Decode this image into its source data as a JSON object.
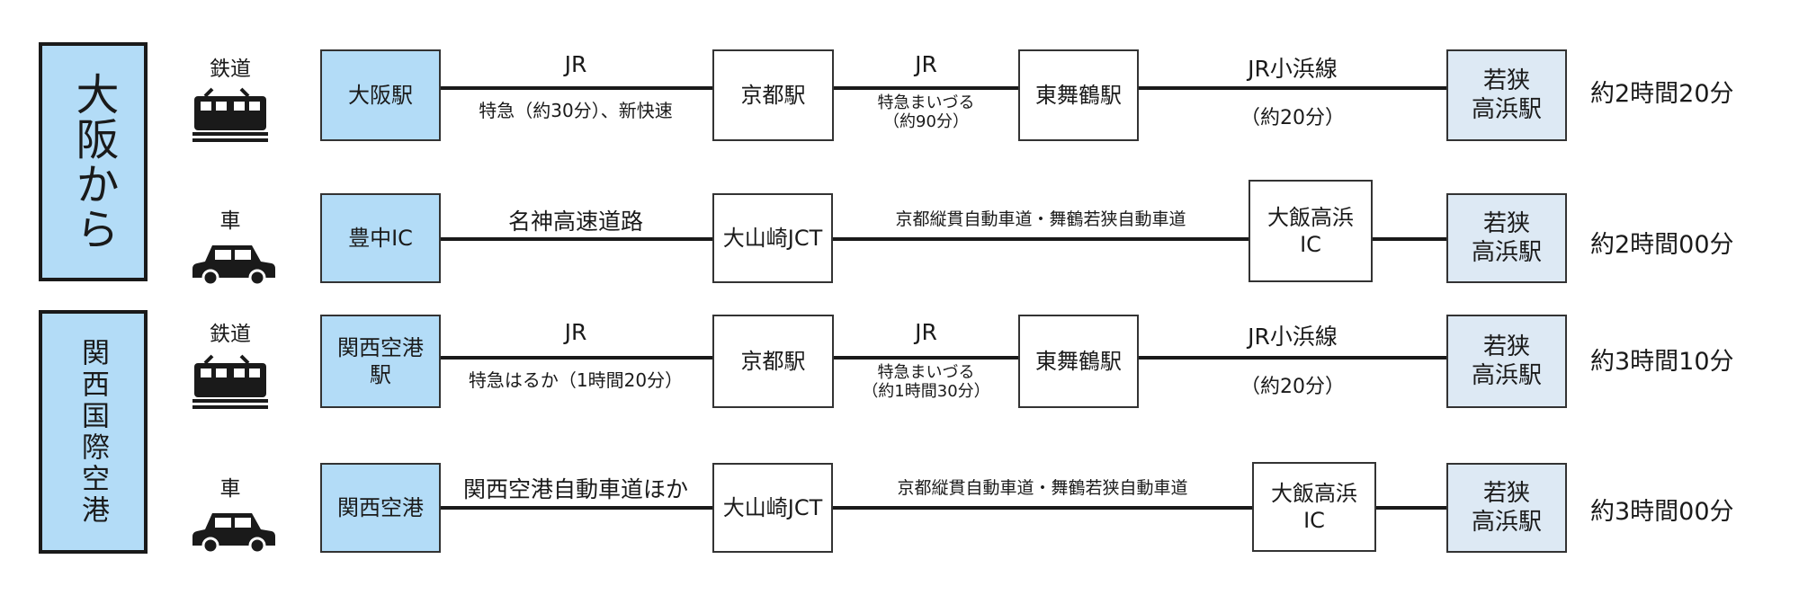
{
  "origins": {
    "osaka": "大阪から",
    "kansai": "関西国際空港"
  },
  "modes": {
    "rail": "鉄道",
    "car": "車"
  },
  "rows": [
    {
      "start": "大阪駅",
      "seg1_label": "JR",
      "seg1_sub": "特急（約30分）、新快速",
      "mid1": "京都駅",
      "seg2_label": "JR",
      "seg2_sub": "特急まいづる\n（約90分）",
      "mid2": "東舞鶴駅",
      "seg3_label": "JR小浜線",
      "seg3_sub": "（約20分）",
      "dest": "若狭\n高浜駅",
      "total": "約2時間20分"
    },
    {
      "start": "豊中IC",
      "seg1_label": "名神高速道路",
      "mid1": "大山崎JCT",
      "seg2_label": "京都縦貫自動車道・舞鶴若狭自動車道",
      "mid2": "大飯高浜\nIC",
      "dest": "若狭\n高浜駅",
      "total": "約2時間00分"
    },
    {
      "start": "関西空港\n駅",
      "seg1_label": "JR",
      "seg1_sub": "特急はるか（1時間20分）",
      "mid1": "京都駅",
      "seg2_label": "JR",
      "seg2_sub": "特急まいづる\n（約1時間30分）",
      "mid2": "東舞鶴駅",
      "seg3_label": "JR小浜線",
      "seg3_sub": "（約20分）",
      "dest": "若狭\n高浜駅",
      "total": "約3時間10分"
    },
    {
      "start": "関西空港",
      "seg1_label": "関西空港自動車道ほか",
      "mid1": "大山崎JCT",
      "seg2_label": "京都縦貫自動車道・舞鶴若狭自動車道",
      "mid2": "大飯高浜\nIC",
      "dest": "若狭\n高浜駅",
      "total": "約3時間00分"
    }
  ]
}
